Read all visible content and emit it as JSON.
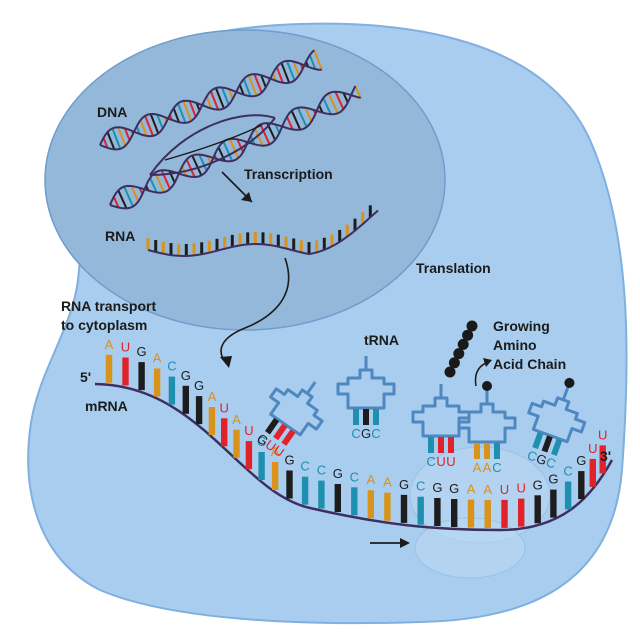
{
  "colors": {
    "cell_fill": "#a9cdee",
    "cell_stroke": "#7fb0df",
    "nucleus_fill": "#94b8da",
    "nucleus_stroke": "#6f9ccb",
    "backbone": "#3d2f5f",
    "trna": "#4f88c0",
    "A": "#d9921a",
    "U": "#e0222b",
    "G": "#1d1d1d",
    "C": "#1f8fb0",
    "amino": "#1a1a1a"
  },
  "labels": {
    "dna": "DNA",
    "transcription": "Transcription",
    "rna": "RNA",
    "translation": "Translation",
    "rna_transport_line1": "RNA transport",
    "rna_transport_line2": "to cytoplasm",
    "trna": "tRNA",
    "growing_line1": "Growing",
    "growing_line2": "Amino",
    "growing_line3": "Acid Chain",
    "five_prime": "5'",
    "three_prime": "3'",
    "mrna": "mRNA"
  },
  "mrna_sequence": [
    "A",
    "U",
    "G",
    "A",
    "C",
    "G",
    "G",
    "A",
    "U",
    "A",
    "U",
    "C",
    "A",
    "G",
    "C",
    "C",
    "G",
    "C",
    "A",
    "A",
    "G",
    "C",
    "G",
    "G",
    "A",
    "A",
    "U",
    "U",
    "G",
    "G",
    "C",
    "G",
    "U",
    "U"
  ],
  "trna_anticodons": [
    [
      "G",
      "U",
      "U"
    ],
    [
      "C",
      "G",
      "C"
    ],
    [
      "C",
      "U",
      "U"
    ],
    [
      "A",
      "A",
      "C"
    ],
    [
      "C",
      "G",
      "C"
    ]
  ],
  "amino_chain_count": 6
}
